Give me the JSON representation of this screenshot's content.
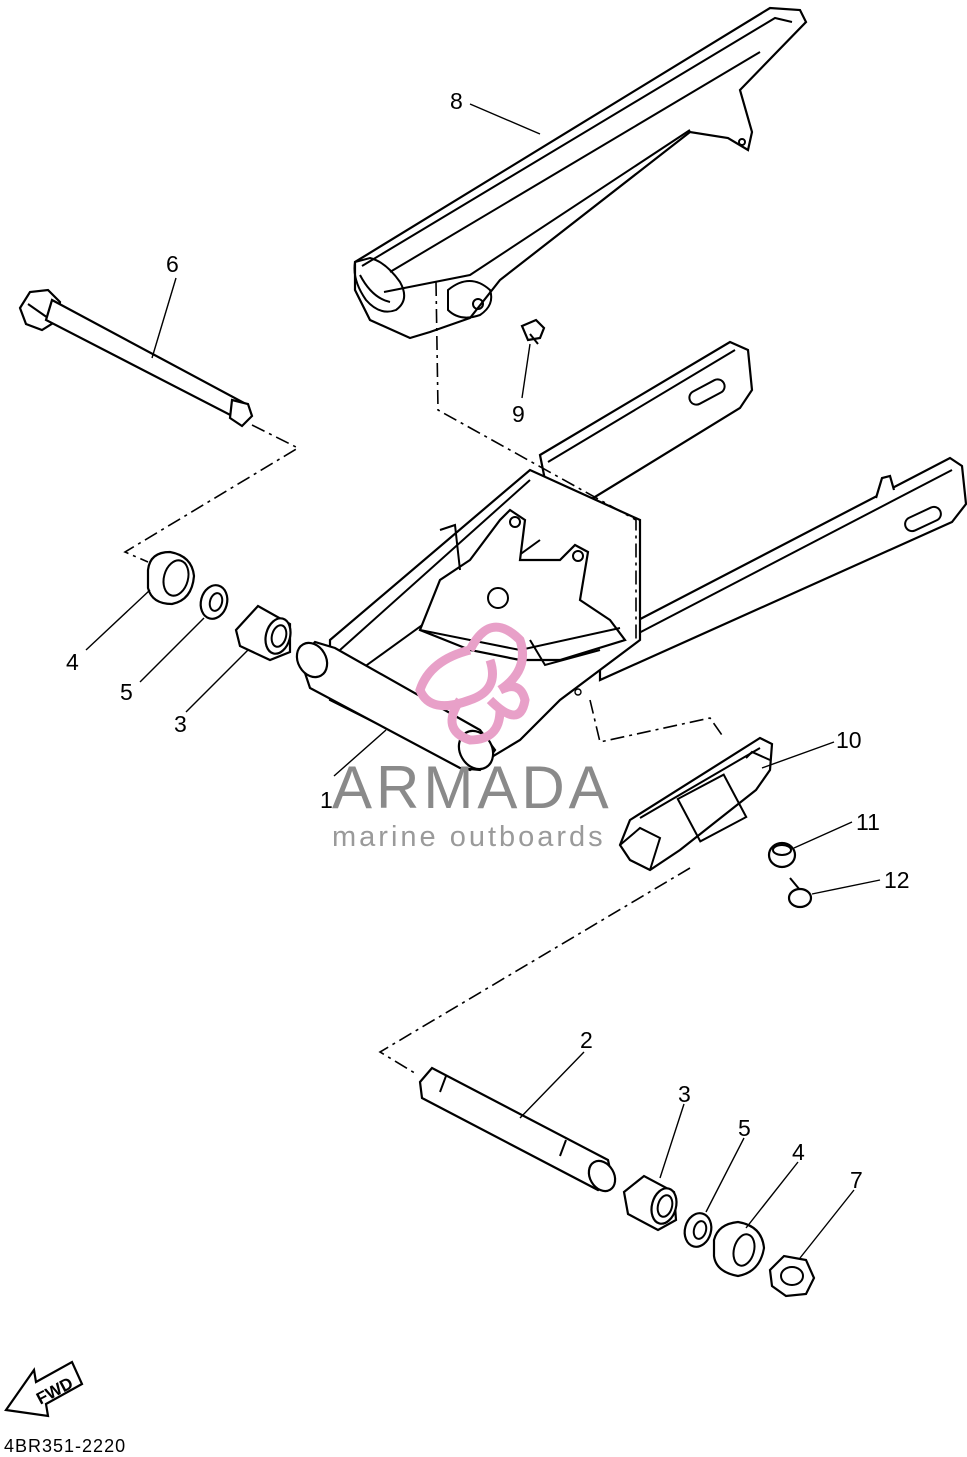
{
  "diagram": {
    "parts": [
      {
        "ref": "1",
        "name": "rear-arm",
        "label": "1"
      },
      {
        "ref": "2",
        "name": "pivot-shaft",
        "label": "2"
      },
      {
        "ref": "3a",
        "name": "bearing-upper",
        "label": "3"
      },
      {
        "ref": "3b",
        "name": "bearing-lower",
        "label": "3"
      },
      {
        "ref": "4a",
        "name": "oil-seal-upper",
        "label": "4"
      },
      {
        "ref": "4b",
        "name": "oil-seal-lower",
        "label": "4"
      },
      {
        "ref": "5a",
        "name": "washer-upper",
        "label": "5"
      },
      {
        "ref": "5b",
        "name": "washer-lower",
        "label": "5"
      },
      {
        "ref": "6",
        "name": "axle-bolt",
        "label": "6"
      },
      {
        "ref": "7",
        "name": "nut",
        "label": "7"
      },
      {
        "ref": "8",
        "name": "chain-case",
        "label": "8"
      },
      {
        "ref": "9",
        "name": "case-bolt",
        "label": "9"
      },
      {
        "ref": "10",
        "name": "chain-support",
        "label": "10"
      },
      {
        "ref": "11",
        "name": "collar",
        "label": "11"
      },
      {
        "ref": "12",
        "name": "support-bolt",
        "label": "12"
      }
    ],
    "watermark": {
      "title": "ARMADA",
      "subtitle": "marine outboards",
      "logo_color": "#e8a0c8",
      "text_color": "#8a8a8a"
    },
    "fwd_label": "FWD",
    "drawing_code": "4BR351-2220"
  }
}
